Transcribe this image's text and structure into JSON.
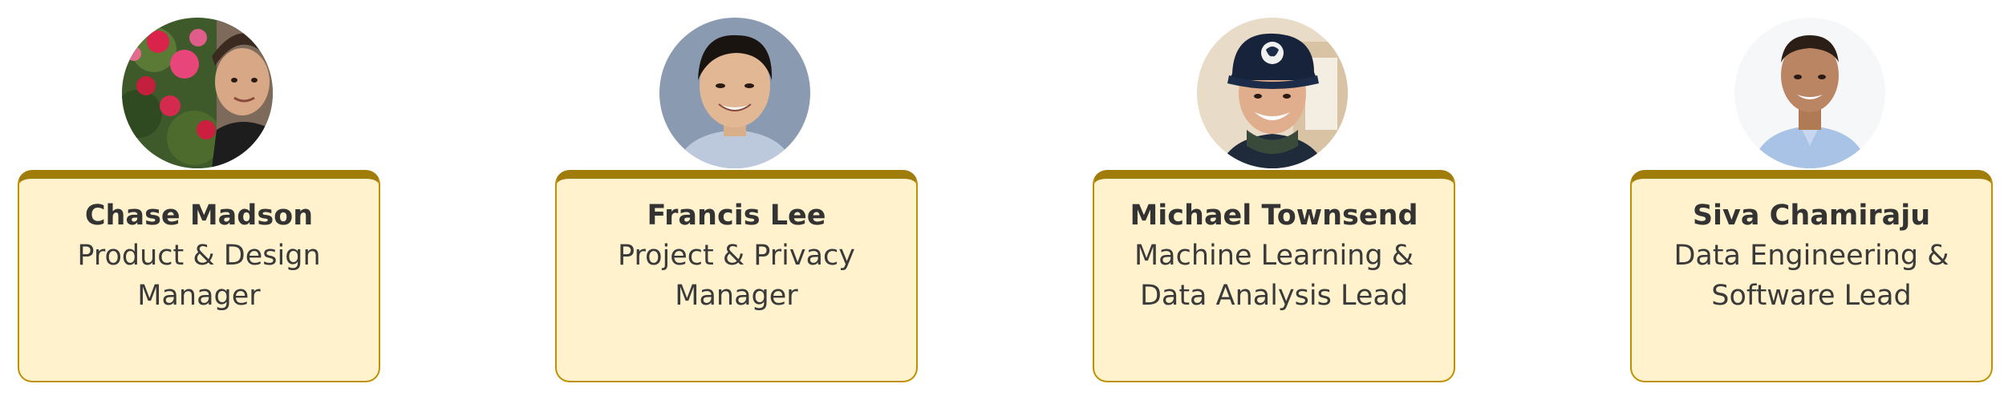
{
  "team": [
    {
      "name": "Chase Madson",
      "role": "Product & Design Manager"
    },
    {
      "name": "Francis Lee",
      "role": "Project & Privacy Manager"
    },
    {
      "name": "Michael Townsend",
      "role": "Machine Learning & Data Analysis Lead"
    },
    {
      "name": "Siva Chamiraju",
      "role": "Data Engineering & Software Lead"
    }
  ],
  "colors": {
    "card_fill": "#fff2cc",
    "card_border": "#bf9000",
    "card_top_bar": "#a07d0a",
    "text": "#333333"
  }
}
